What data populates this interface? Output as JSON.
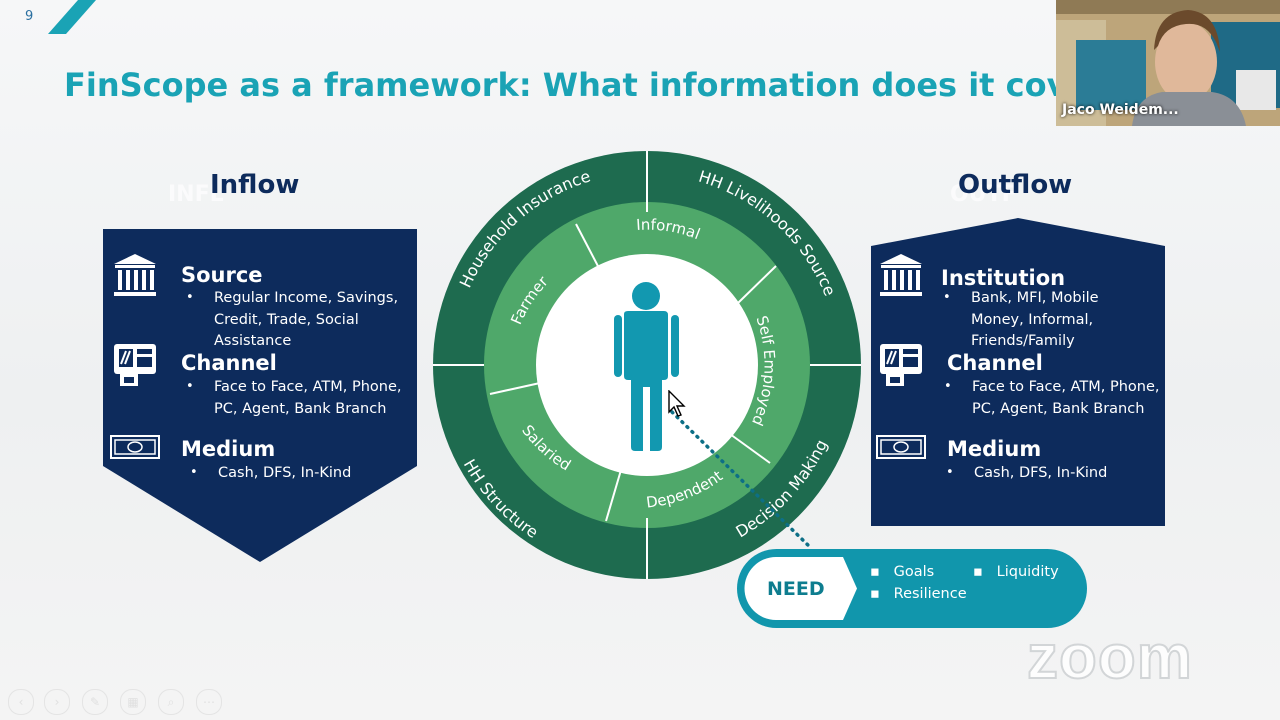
{
  "slide": {
    "number": "9",
    "title": "FinScope as a framework: What information does it cover?"
  },
  "inflow": {
    "title": "Inflow",
    "ghost_text": "INFL",
    "source": {
      "heading": "Source",
      "lines": [
        "Regular Income, Savings,",
        "Credit, Trade, Social",
        "Assistance"
      ]
    },
    "channel": {
      "heading": "Channel",
      "lines": [
        "Face to Face, ATM, Phone,",
        "PC, Agent, Bank Branch"
      ]
    },
    "medium": {
      "heading": "Medium",
      "lines": [
        "Cash, DFS, In-Kind"
      ]
    }
  },
  "outflow": {
    "title": "Outflow",
    "ghost_text": "OUTF",
    "institution": {
      "heading": "Institution",
      "lines": [
        "Bank, MFI, Mobile",
        "Money, Informal,",
        "Friends/Family"
      ]
    },
    "channel": {
      "heading": "Channel",
      "lines": [
        "Face to Face, ATM, Phone,",
        "PC, Agent, Bank Branch"
      ]
    },
    "medium": {
      "heading": "Medium",
      "lines": [
        "Cash, DFS, In-Kind"
      ]
    }
  },
  "wheel": {
    "outer_labels": [
      "Household Insurance",
      "HH Livelihoods Source",
      "Decision Making",
      "HH Structure"
    ],
    "inner_labels": [
      "Informal",
      "Self Employed",
      "Dependent",
      "Salaried",
      "Farmer"
    ]
  },
  "need": {
    "label": "NEED",
    "items": [
      "Goals",
      "Liquidity",
      "Resilience"
    ]
  },
  "webcam": {
    "name": "Jaco Weidem..."
  },
  "zoom_logo": "zoom",
  "icons": {
    "bank": "bank-icon",
    "atm": "atm-icon",
    "money": "banknote-icon",
    "person": "person-icon"
  },
  "colors": {
    "title": "#1aa3b5",
    "navy": "#0d2b5c",
    "outer_ring": "#1e6b4f",
    "inner_ring": "#4fa86a",
    "person": "#1298b0",
    "need": "#1196ac"
  },
  "controls": [
    "prev",
    "next",
    "pen",
    "slides",
    "zoom",
    "more"
  ]
}
